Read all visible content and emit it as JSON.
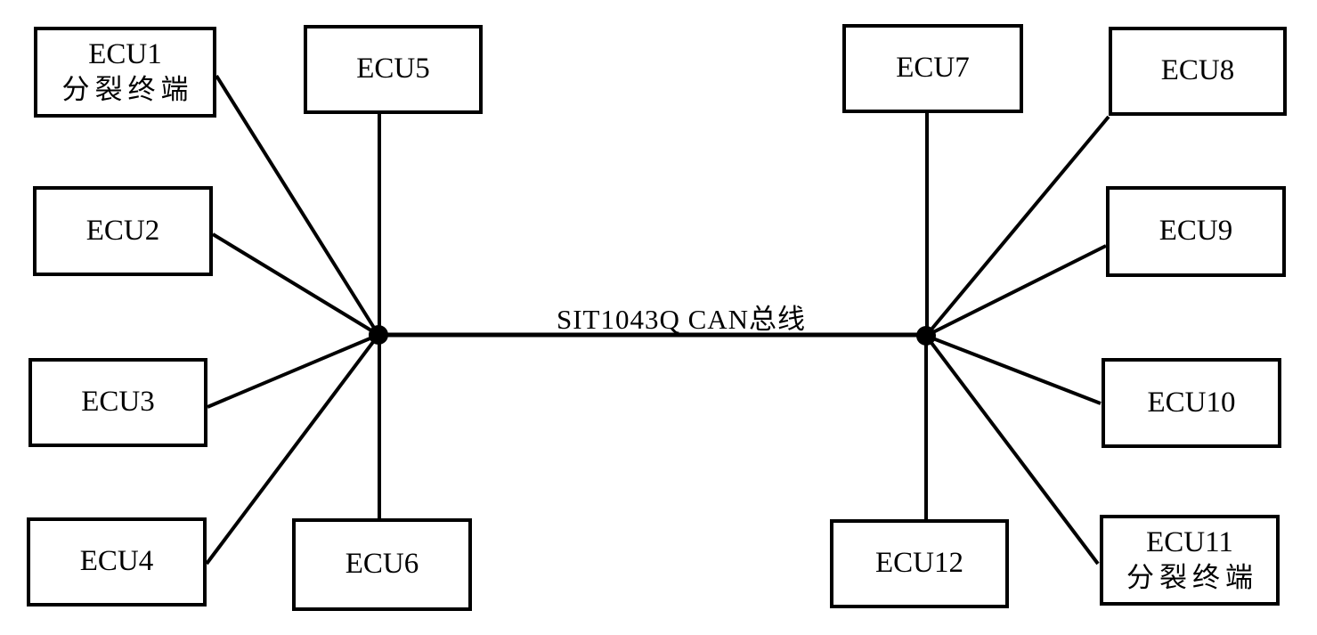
{
  "diagram": {
    "type": "can-bus-star-topology",
    "bus_label": "SIT1043Q CAN总线",
    "colors": {
      "line": "#000000",
      "background": "#ffffff",
      "text": "#000000"
    },
    "nodes": [
      {
        "id": "ecu1",
        "label": "ECU1",
        "sublabel": "分裂终端"
      },
      {
        "id": "ecu2",
        "label": "ECU2"
      },
      {
        "id": "ecu3",
        "label": "ECU3"
      },
      {
        "id": "ecu4",
        "label": "ECU4"
      },
      {
        "id": "ecu5",
        "label": "ECU5"
      },
      {
        "id": "ecu6",
        "label": "ECU6"
      },
      {
        "id": "ecu7",
        "label": "ECU7"
      },
      {
        "id": "ecu8",
        "label": "ECU8"
      },
      {
        "id": "ecu9",
        "label": "ECU9"
      },
      {
        "id": "ecu10",
        "label": "ECU10"
      },
      {
        "id": "ecu11",
        "label": "ECU11",
        "sublabel": "分裂终端"
      },
      {
        "id": "ecu12",
        "label": "ECU12"
      }
    ],
    "hubs": [
      {
        "id": "left-hub"
      },
      {
        "id": "right-hub"
      }
    ],
    "edges": [
      {
        "from": "ecu1",
        "to": "left-hub"
      },
      {
        "from": "ecu2",
        "to": "left-hub"
      },
      {
        "from": "ecu3",
        "to": "left-hub"
      },
      {
        "from": "ecu4",
        "to": "left-hub"
      },
      {
        "from": "ecu5",
        "to": "left-hub"
      },
      {
        "from": "ecu6",
        "to": "left-hub"
      },
      {
        "from": "ecu7",
        "to": "right-hub"
      },
      {
        "from": "ecu8",
        "to": "right-hub"
      },
      {
        "from": "ecu9",
        "to": "right-hub"
      },
      {
        "from": "ecu10",
        "to": "right-hub"
      },
      {
        "from": "ecu11",
        "to": "right-hub"
      },
      {
        "from": "ecu12",
        "to": "right-hub"
      },
      {
        "from": "left-hub",
        "to": "right-hub",
        "label": "SIT1043Q CAN总线"
      }
    ]
  }
}
